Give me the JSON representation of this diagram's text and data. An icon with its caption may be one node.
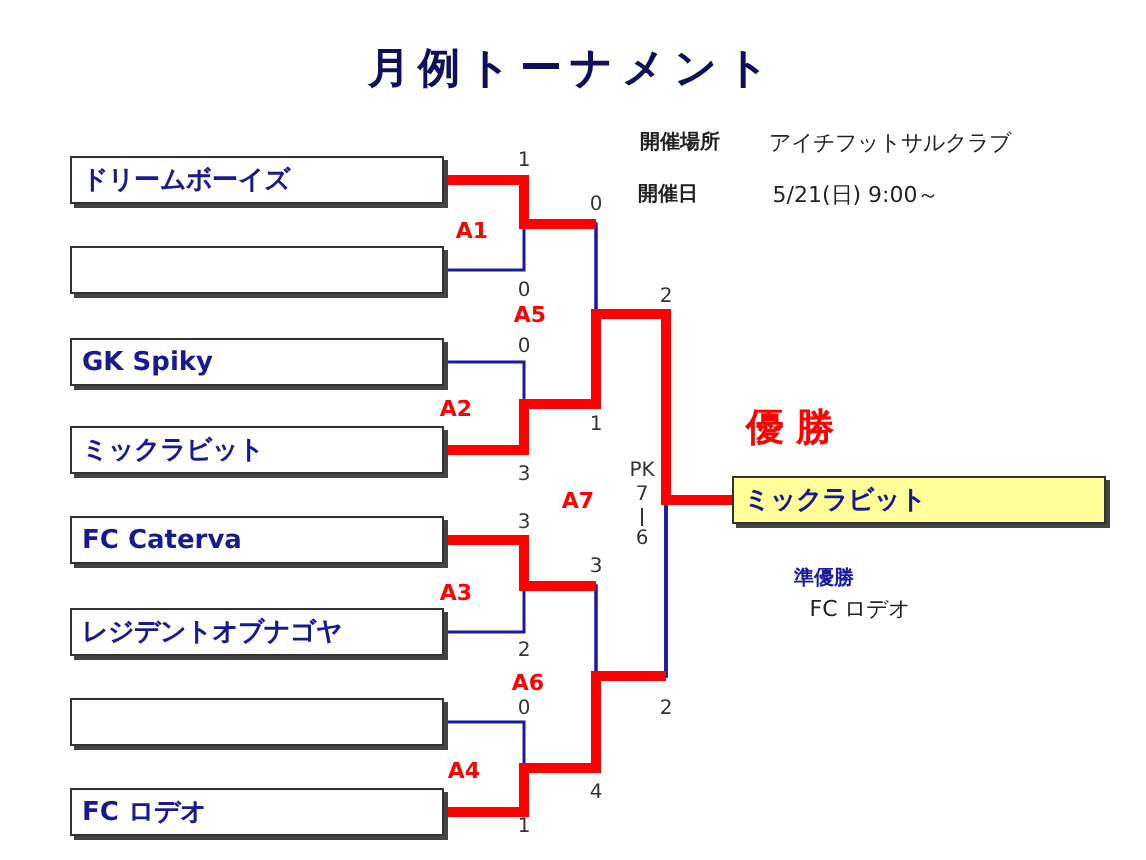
{
  "diagram": {
    "title": "月例トーナメント",
    "nodes": [
      {
        "text": [
          "ドリームボーイズ"
        ]
      },
      {
        "text": [],
        "shape": "box"
      },
      {
        "text": [
          "GK Spiky"
        ]
      },
      {
        "text": [
          "ミックラビット"
        ]
      },
      {
        "text": [
          "FC Caterva"
        ]
      },
      {
        "text": [
          "レジデントオブナゴヤ"
        ]
      },
      {
        "text": [],
        "shape": "box"
      },
      {
        "text": [
          "FC ロデオ"
        ]
      },
      {
        "text": [
          "優勝",
          "ミックラビット"
        ]
      }
    ],
    "edges": [
      {
        "from": 0,
        "to": 8,
        "arrow": "none"
      },
      {
        "from": 1,
        "to": 8,
        "arrow": "none"
      },
      {
        "from": 2,
        "to": 8,
        "arrow": "none"
      },
      {
        "from": 4,
        "to": 8,
        "arrow": "none"
      },
      {
        "from": 5,
        "to": 8,
        "arrow": "none"
      },
      {
        "from": 6,
        "to": 8,
        "arrow": "none"
      },
      {
        "from": 7,
        "to": 8,
        "arrow": "none"
      },
      {
        "from": 3,
        "to": 8,
        "arrow": "none",
        "style": "thick",
        "color": "#ff0000"
      }
    ],
    "labels": [
      "開催場所",
      "アイチフットサルクラブ",
      "開催日",
      "5/21(日) 9:00～",
      "1",
      "0",
      "A1",
      "0",
      "2",
      "A5",
      "0",
      "A2",
      "1",
      "PK",
      "3",
      "A7",
      "7",
      "6",
      "3",
      "3",
      "A3",
      "2",
      "A6",
      "2",
      "0",
      "準優勝",
      "FC ロデオ",
      "A4",
      "4",
      "1"
    ]
  }
}
